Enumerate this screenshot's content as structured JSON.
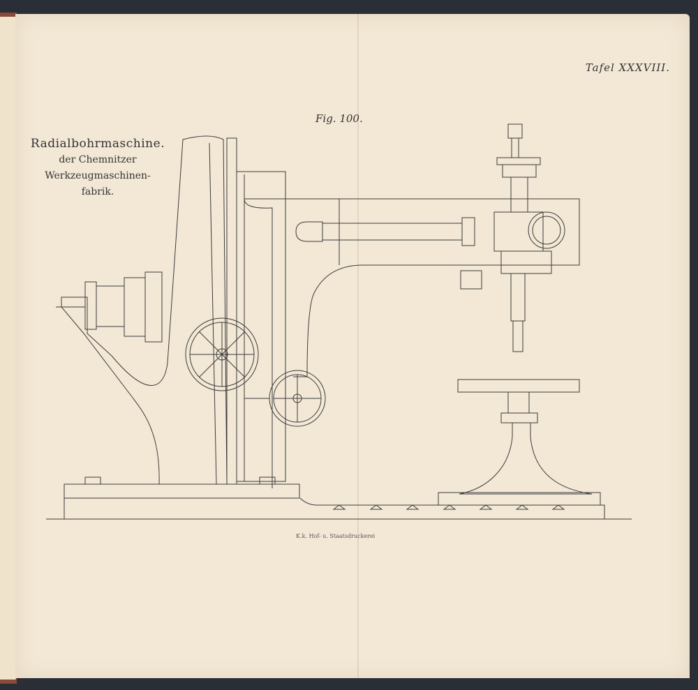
{
  "plate": {
    "label": "Tafel XXXVIII."
  },
  "figure": {
    "label": "Fig. 100."
  },
  "title": {
    "main": "Radialbohrmaschine.",
    "line1": "der Chemnitzer",
    "line2": "Werkzeugmaschinen-",
    "line3": "fabrik."
  },
  "imprint": {
    "text": "K.k. Hof- u. Staatsdruckerei"
  }
}
